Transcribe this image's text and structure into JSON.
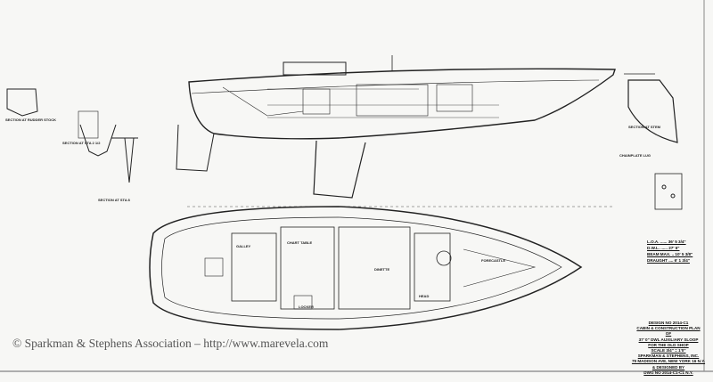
{
  "copyright": "© Sparkman & Stephens Association – http://www.marevela.com",
  "title_block": [
    "DESIGN NO 2014-C1",
    "CABIN & CONSTRUCTION PLAN",
    "OF",
    "37' 0\" DWL AUXILIARY SLOOP",
    "FOR THE OLD SHOP",
    "SCALE 3/4\" = 1'0\"",
    "SPARKMAN & STEPHENS, INC.",
    "79 MADISON AVE, NEW YORK 16 N.Y.",
    "& DESIGNED BY",
    "DWG NO 2014-C1-C1 N.Y."
  ],
  "specs": [
    "L.O.A. ...... 36' 5 3/4\"",
    "D.W.L. ...... 27' 6\"",
    "BEAM MAX. .. 10' 5 3/8\"",
    "DRAUGHT .... 6' 1 3/4\""
  ],
  "labels": {
    "rudder_section": "SECTION AT RUDDER STOCK",
    "sta_section": "SECTION AT STA 2 1/2",
    "sta8": "SECTION AT STA 8",
    "chainplate": "CHAINPLATE LUG",
    "bow_section": "SECTION AT STEM",
    "galley": "GALLEY",
    "chart_table": "CHART TABLE",
    "dinette": "DINETTE",
    "forecastle": "FORECASTLE",
    "head": "HEAD",
    "locker": "LOCKER"
  }
}
